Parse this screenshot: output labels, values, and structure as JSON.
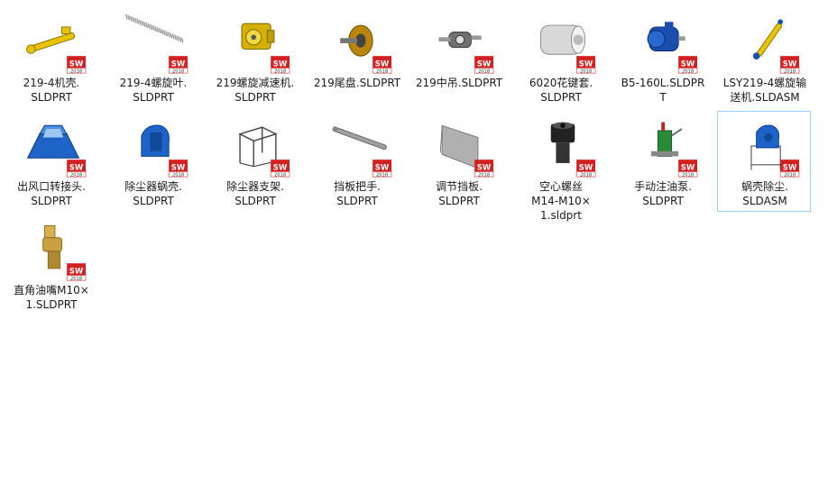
{
  "files": [
    {
      "label": "219-4机壳.\nSLDPRT",
      "icon": "auger-housing-icon",
      "color": "#e8c400"
    },
    {
      "label": "219-4螺旋叶.\nSLDPRT",
      "icon": "screw-flight-icon",
      "color": "#9a9a9a"
    },
    {
      "label": "219螺旋减速机.\nSLDPRT",
      "icon": "gear-reducer-icon",
      "color": "#d4b000"
    },
    {
      "label": "219尾盘.SLDPRT",
      "icon": "tail-disc-icon",
      "color": "#b8860b"
    },
    {
      "label": "219中吊.SLDPRT",
      "icon": "middle-hanger-icon",
      "color": "#707070"
    },
    {
      "label": "6020花键套.\nSLDPRT",
      "icon": "spline-sleeve-icon",
      "color": "#d8d8d8"
    },
    {
      "label": "B5-160L.SLDPR\nT",
      "icon": "motor-icon",
      "color": "#1a4fb0"
    },
    {
      "label": "LSY219-4螺旋输\n送机.SLDASM",
      "icon": "screw-conveyor-icon",
      "color": "#e8c400"
    },
    {
      "label": "出风口转接头.\nSLDPRT",
      "icon": "outlet-adapter-icon",
      "color": "#1e64c8"
    },
    {
      "label": "除尘器蜗壳.\nSLDPRT",
      "icon": "volute-casing-icon",
      "color": "#1e64c8"
    },
    {
      "label": "除尘器支架.\nSLDPRT",
      "icon": "frame-stand-icon",
      "color": "#444444"
    },
    {
      "label": "挡板把手.\nSLDPRT",
      "icon": "baffle-handle-icon",
      "color": "#a0a0a0"
    },
    {
      "label": "调节挡板.\nSLDPRT",
      "icon": "adjust-baffle-icon",
      "color": "#b0b0b0"
    },
    {
      "label": "空心螺丝\nM14-M10×\n1.sldprt",
      "icon": "hollow-bolt-icon",
      "color": "#222222"
    },
    {
      "label": "手动注油泵.\nSLDPRT",
      "icon": "grease-pump-icon",
      "color": "#2a8a3a"
    },
    {
      "label": "蜗壳除尘.\nSLDASM",
      "icon": "dust-collector-icon",
      "color": "#1e64c8"
    },
    {
      "label": "直角油嘴M10×\n1.SLDPRT",
      "icon": "grease-nipple-icon",
      "color": "#c8a040"
    }
  ],
  "badge": {
    "text": "SW",
    "year": "2018",
    "color": "#d32020"
  },
  "selected_index": 15
}
